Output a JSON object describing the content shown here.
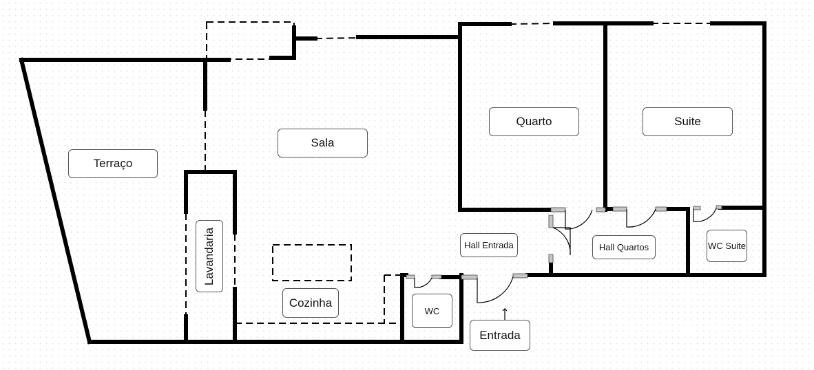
{
  "plan": {
    "rooms": {
      "terraco": "Terraço",
      "sala": "Sala",
      "quarto": "Quarto",
      "suite": "Suite",
      "hall_entrada": "Hall Entrada",
      "hall_quartos": "Hall Quartos",
      "wc_suite": "WC Suite",
      "wc": "WC",
      "cozinha": "Cozinha",
      "lavandaria": "Lavandaria",
      "entrada": "Entrada"
    },
    "colors": {
      "wall": "#000000",
      "door_jamb": "#c8c8c8",
      "label_border": "#555555",
      "background": "#ffffff"
    }
  }
}
